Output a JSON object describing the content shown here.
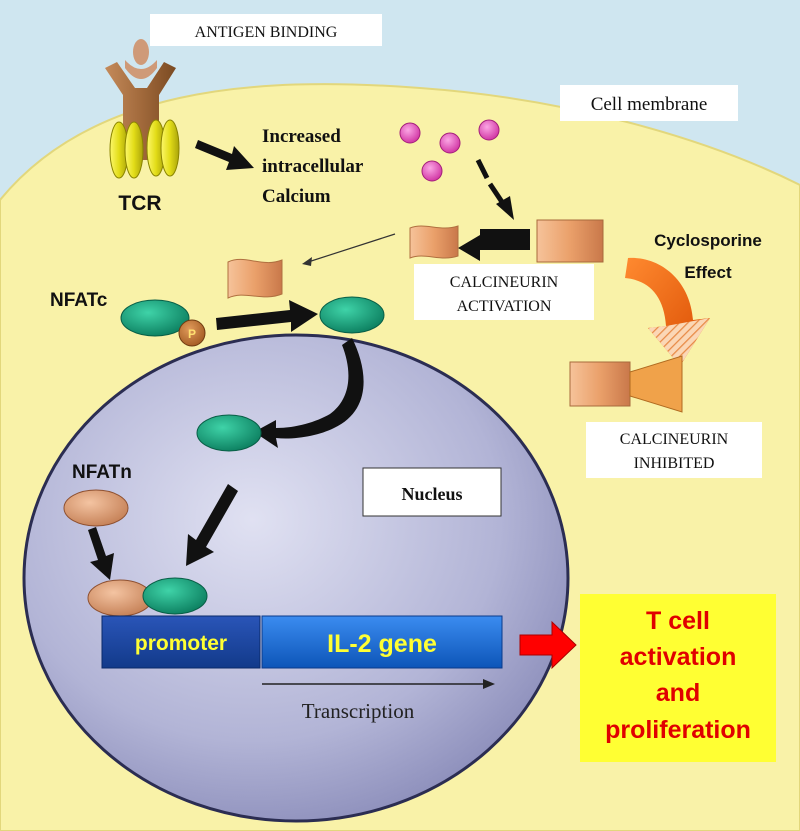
{
  "labels": {
    "antigen_binding": "ANTIGEN BINDING",
    "cell_membrane": "Cell membrane",
    "tcr": "TCR",
    "calcium_line1": "Increased",
    "calcium_line2": "intracellular",
    "calcium_line3": "Calcium",
    "cyclosporine_line1": "Cyclosporine",
    "cyclosporine_line2": "Effect",
    "calcineurin_activation_line1": "CALCINEURIN",
    "calcineurin_activation_line2": "ACTIVATION",
    "nfatc": "NFATc",
    "phosphate": "P",
    "calcineurin_inhibited_line1": "CALCINEURIN",
    "calcineurin_inhibited_line2": "INHIBITED",
    "nfatn": "NFATn",
    "nucleus": "Nucleus",
    "promoter": "promoter",
    "il2_gene": "IL-2 gene",
    "transcription": "Transcription",
    "outcome_line1": "T cell",
    "outcome_line2": "activation",
    "outcome_line3": "and",
    "outcome_line4": "proliferation"
  },
  "colors": {
    "extracellular": "#cfe6f0",
    "cytoplasm": "#f9f2a8",
    "nucleus": "#b4b6d8",
    "tcr_brown": "#a26a3c",
    "tcr_yellow": "#e2dc17",
    "calcium": "#e24fb8",
    "calcineurin": "#f0b07e",
    "nfat_green": "#14a07c",
    "nfat_tan": "#d89a70",
    "gene_blue": "#1a6fd8",
    "outcome_bg": "#ffff33",
    "outcome_text": "#e00000",
    "red_arrow": "#ff0000",
    "cyclosporine_orange": "#f06010"
  }
}
